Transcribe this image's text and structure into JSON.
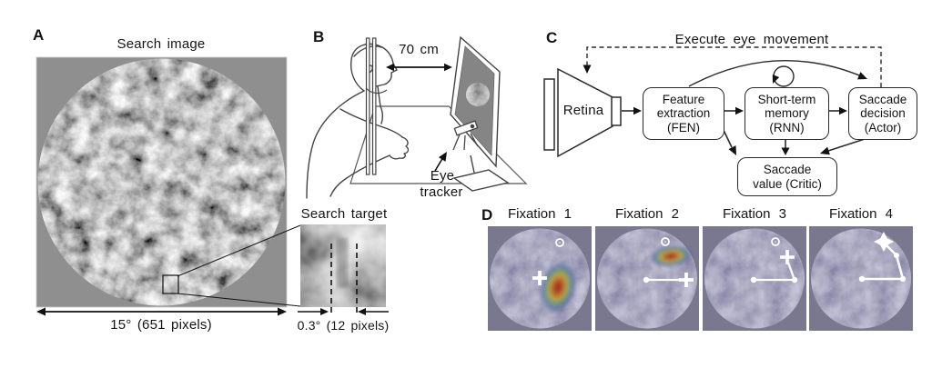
{
  "fig": {
    "panel_a": {
      "label": "A",
      "title": "Search image",
      "size_label": "15° (651 pixels)",
      "target": {
        "title": "Search target",
        "size_label": "0.3° (12 pixels)"
      }
    },
    "panel_b": {
      "label": "B",
      "distance_label": "70 cm",
      "eye_tracker_line1": "Eye",
      "eye_tracker_line2": "tracker"
    },
    "panel_c": {
      "label": "C",
      "feedback_label": "Execute eye movement",
      "retina": "Retina",
      "fen": {
        "l1": "Feature",
        "l2": "extraction",
        "l3": "(FEN)"
      },
      "rnn": {
        "l1": "Short-term",
        "l2": "memory",
        "l3": "(RNN)"
      },
      "actor": {
        "l1": "Saccade",
        "l2": "decision",
        "l3": "(Actor)"
      },
      "critic": {
        "l1": "Saccade",
        "l2": "value (Critic)"
      }
    },
    "panel_d": {
      "label": "D",
      "fixations": [
        {
          "label": "Fixation 1"
        },
        {
          "label": "Fixation 2"
        },
        {
          "label": "Fixation 3"
        },
        {
          "label": "Fixation 4"
        }
      ],
      "markers": {
        "current_fixation": "cross-icon",
        "target_location": "ring-dot-icon",
        "final_fixation_on_target": "star-icon",
        "scanpath": "white-polyline-with-dots"
      }
    },
    "colors": {
      "figure_background": "#ffffff",
      "search_canvas_gray": "#8f8f8f",
      "noise_panel_purple": "#79788f",
      "heatmap_core_red": "#7e2318",
      "line_black": "#1a1a1a",
      "marker_white": "#ffffff"
    }
  }
}
